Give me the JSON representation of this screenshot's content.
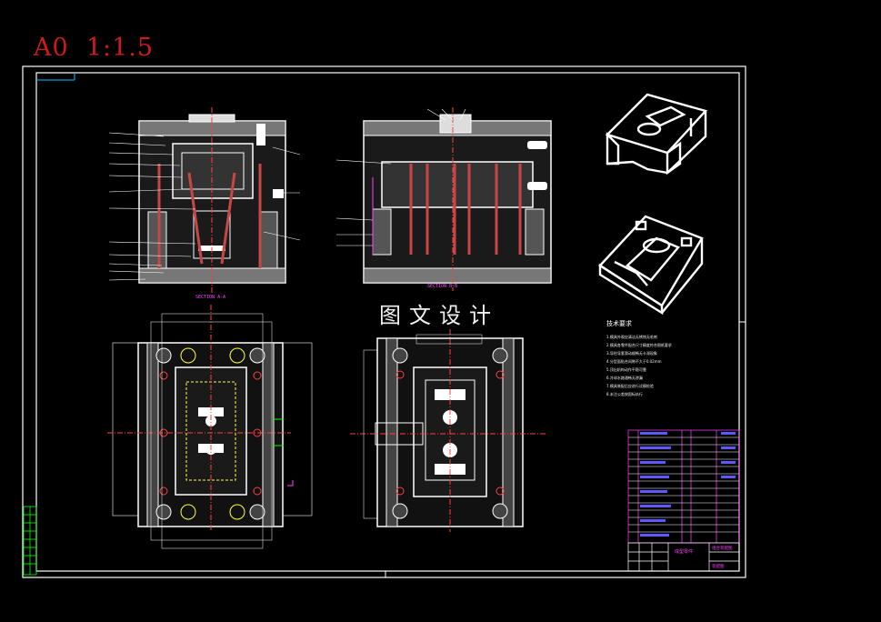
{
  "header": {
    "scale_label": "A0  1:1.5"
  },
  "watermark": {
    "text": "图文设计"
  },
  "views": {
    "section_aa": "SECTION A-A",
    "section_bb": "SECTION B-B"
  },
  "tech_requirements": {
    "heading": "技术要求",
    "lines": [
      "1.模具外观应清洁无锈蚀无毛刺",
      "2.模具各零件配合尺寸精度符合图纸要求",
      "3.导柱导套滑动顺畅无卡滞现象",
      "4.分型面贴合间隙不大于0.02mm",
      "5.顶出机构动作平稳可靠",
      "6.冷却水路通畅无渗漏",
      "7.模具装配后应进行试模检验",
      "8.未注公差按国标执行"
    ]
  },
  "title_block": {
    "name": "成型零件",
    "material": "组合装配图",
    "drawing": "装配图"
  },
  "colors": {
    "background": "#000000",
    "frame": "#ffffff",
    "scale_text": "#d21919",
    "dimension": "#ff40ff",
    "section_cut": "#ff4040",
    "leader": "#ffffff",
    "axis": "#00ff00",
    "hatch": "#a0a0a0"
  }
}
